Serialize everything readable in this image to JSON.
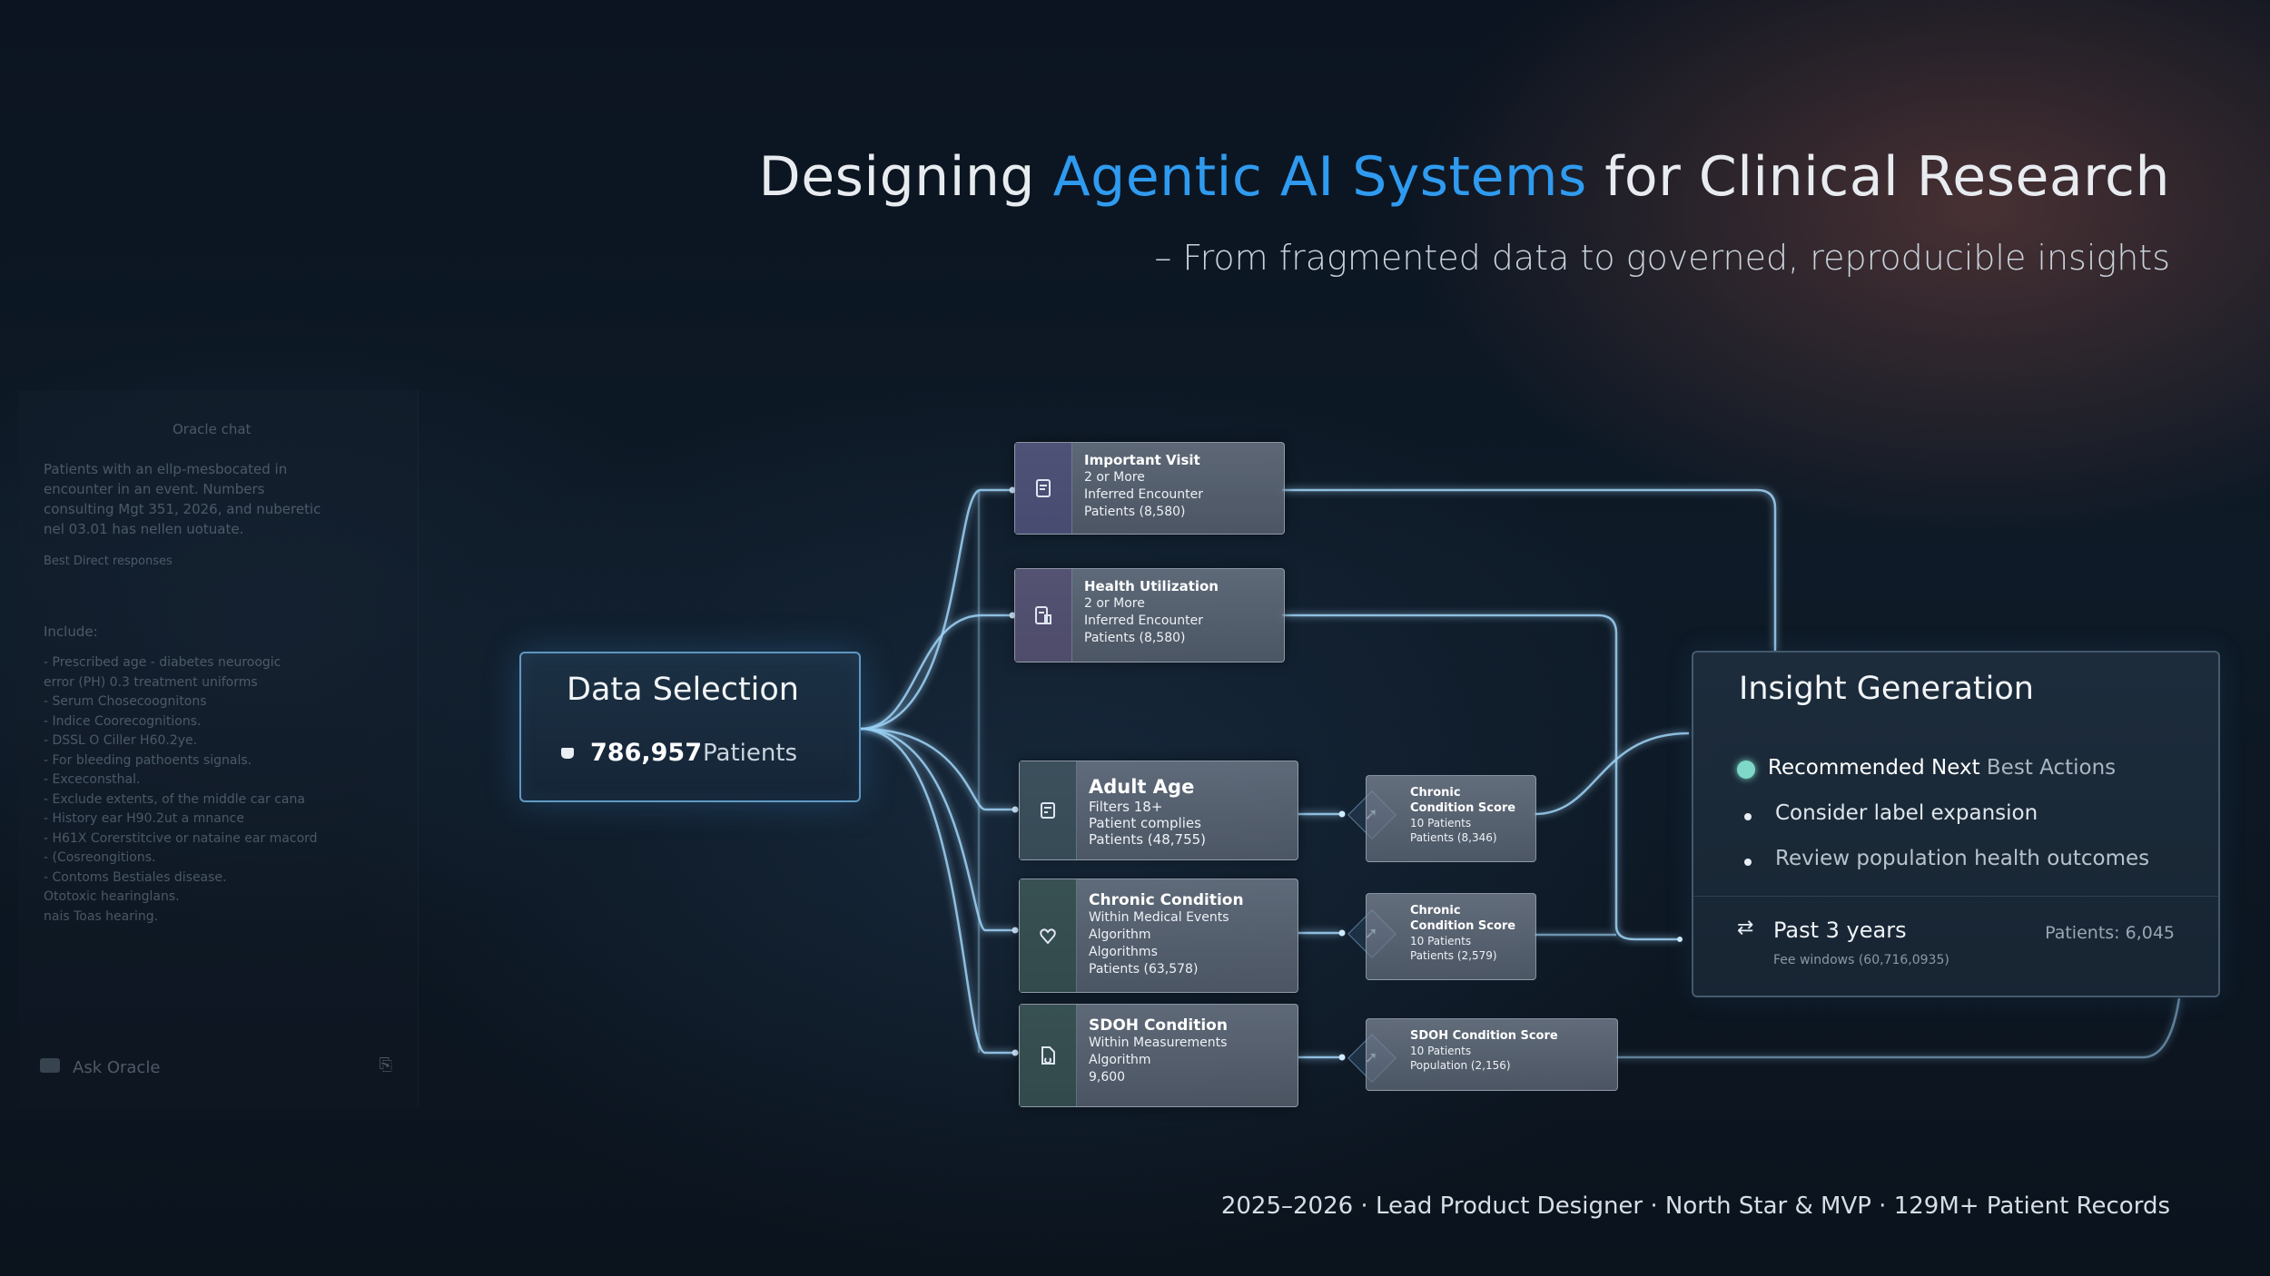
{
  "title": {
    "prefix": "Designing",
    "accent": "Agentic AI Systems",
    "suffix": "for Clinical Research"
  },
  "subtitle": "– From fragmented data to governed, reproducible insights",
  "footer": "2025–2026 · Lead Product Designer · North Star & MVP · 129M+ Patient Records",
  "colors": {
    "accent": "#2f9bf0",
    "glow": "#5fb8f5",
    "recommend_dot": "#7ed9c8"
  },
  "panel": {
    "header": "Oracle chat",
    "paragraph": [
      "Patients with an ellp-mesbocated in",
      "encounter in an event. Numbers",
      "consulting Mgt 351, 2026, and nuberetic",
      "nel 03.01 has nellen uotuate."
    ],
    "caption": "Best Direct responses",
    "include_label": "Include:",
    "list": [
      "- Prescribed age - diabetes neuroogic",
      "  error (PH) 0.3 treatment uniforms",
      "- Serum Chosecoognitons",
      "- Indice Coorecognitions.",
      "- DSSL O Ciller H60.2ye.",
      "- For bleeding pathoents signals.",
      "- Exceconsthal.",
      "- Exclude extents, of the middle car cana",
      "- History ear H90.2ut a mnance",
      "- H61X Corerstitcive or nataine ear macord",
      "- (Cosreongitions.",
      "- Contoms Bestiales disease.",
      "  Ototoxic hearinglans.",
      "  nais Toas hearing."
    ],
    "ask_placeholder": "Ask Oracle",
    "icons": {
      "ask": "chat-icon",
      "attach": "paperclip-icon"
    }
  },
  "data_selection": {
    "title": "Data Selection",
    "count": "786,957",
    "unit": "Patients",
    "icon": "database-icon"
  },
  "nodes": [
    {
      "id": "important-visit",
      "icon": "document-icon",
      "title": "Important Visit",
      "lines": [
        "2 or More",
        "Inferred Encounter",
        "Patients (8,580)"
      ]
    },
    {
      "id": "health-utilization",
      "icon": "document-chart-icon",
      "title": "Health Utilization",
      "lines": [
        "2 or More",
        "Inferred Encounter",
        "Patients (8,580)"
      ]
    },
    {
      "id": "adult-age",
      "icon": "calculator-icon",
      "title": "Adult Age",
      "lines": [
        "Filters 18+",
        "Patient complies",
        "Patients (48,755)"
      ]
    },
    {
      "id": "chronic-condition",
      "icon": "heart-icon",
      "title": "Chronic Condition",
      "lines": [
        "Within Medical Events",
        "Algorithm",
        "Algorithms",
        "Patients (63,578)"
      ]
    },
    {
      "id": "sdoh-condition",
      "icon": "file-icon",
      "title": "SDOH Condition",
      "lines": [
        "Within Measurements",
        "Algorithm",
        "9,600"
      ]
    }
  ],
  "scores": [
    {
      "id": "score-1",
      "title": [
        "Chronic",
        "Condition Score"
      ],
      "lines": [
        "10 Patients",
        "Patients (8,346)"
      ]
    },
    {
      "id": "score-2",
      "title": [
        "Chronic",
        "Condition Score"
      ],
      "lines": [
        "10 Patients",
        "Patients (2,579)"
      ]
    },
    {
      "id": "score-3",
      "title": [
        "SDOH Condition Score"
      ],
      "lines": [
        "10 Patients",
        "Population (2,156)"
      ]
    }
  ],
  "insight": {
    "title": "Insight Generation",
    "recommend": {
      "lead": "Recommended Next",
      "rest": "Best Actions"
    },
    "items": [
      "Consider label expansion",
      "Review population health outcomes"
    ],
    "timeframe": "Past 3 years",
    "patients": "Patients: 6,045",
    "subtext": "Fee windows (60,716,0935)",
    "icons": {
      "recommend": "recommend-dot-icon",
      "timeframe": "repeat-icon"
    }
  }
}
